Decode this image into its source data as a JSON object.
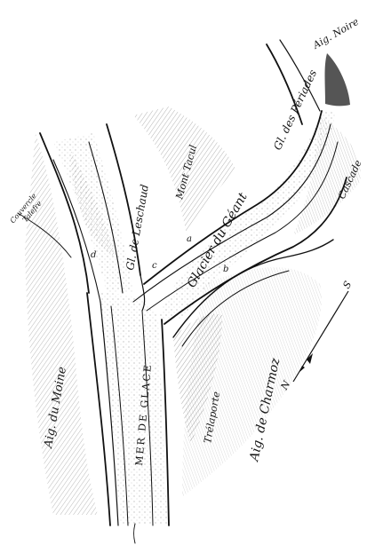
{
  "map": {
    "labels": {
      "aig_noire": "Aig. Noire",
      "gl_des_periades": "Gl. des Périades",
      "mont_tacul": "Mont Tacul",
      "gl_de_leschaud": "Gl. de Leschaud",
      "cascade": "Cascade",
      "glacier_du_geant": "Glacier du Géant",
      "couvercle_talefre": "Couvercle\nTalefre",
      "aig_du_moine": "Aig. du Moine",
      "mer_de_glace": "MER DE GLACE",
      "aig_de_charmoz": "Aig. de Charmoz",
      "trelaporte": "Trélaporte",
      "marker_a": "a",
      "marker_b": "b",
      "marker_c": "c",
      "marker_d": "d"
    },
    "compass": {
      "north": "N",
      "south": "S"
    }
  }
}
